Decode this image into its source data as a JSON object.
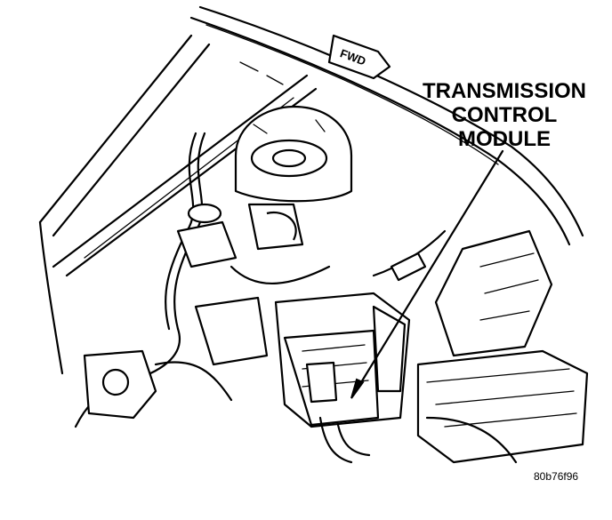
{
  "callout": {
    "line1": "TRANSMISSION",
    "line2": "CONTROL",
    "line3": "MODULE"
  },
  "direction_tag": "FWD",
  "figure_id": "80b76f96"
}
